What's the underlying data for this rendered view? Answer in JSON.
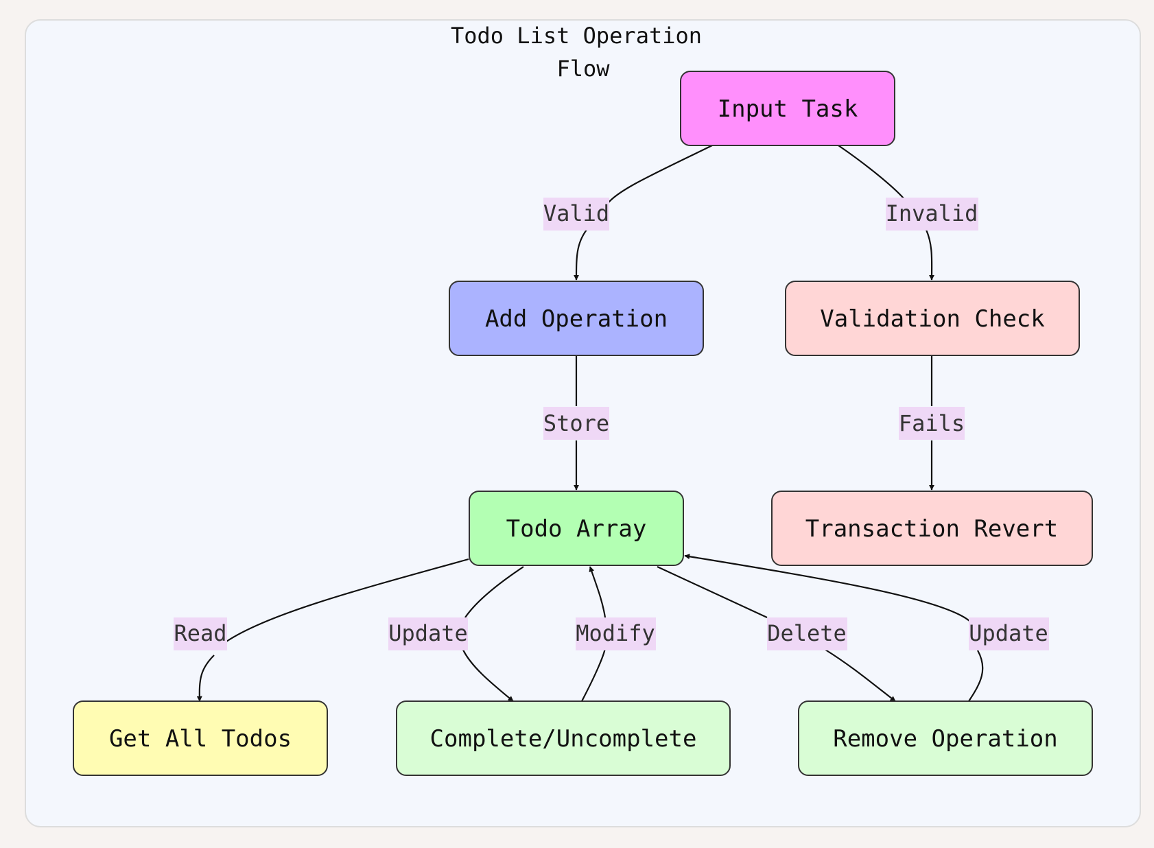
{
  "diagram": {
    "title_lines": [
      "Todo List Operation",
      "Flow"
    ],
    "colors": {
      "background": "#f7f3f1",
      "container_fill": "#f4f7fd",
      "container_stroke": "#dddddd",
      "edge_stroke": "#111111",
      "edge_label_bg": "#efd8f6"
    },
    "nodes": [
      {
        "id": "input_task",
        "label": "Input Task",
        "fill": "#ff8ffc"
      },
      {
        "id": "add_operation",
        "label": "Add Operation",
        "fill": "#abb3ff"
      },
      {
        "id": "validation_check",
        "label": "Validation Check",
        "fill": "#ffd6d6"
      },
      {
        "id": "todo_array",
        "label": "Todo Array",
        "fill": "#b3ffb3"
      },
      {
        "id": "transaction_revert",
        "label": "Transaction Revert",
        "fill": "#ffd6d6"
      },
      {
        "id": "get_all_todos",
        "label": "Get All Todos",
        "fill": "#fffcb3"
      },
      {
        "id": "complete_uncomplete",
        "label": "Complete/Uncomplete",
        "fill": "#d9fdd5"
      },
      {
        "id": "remove_operation",
        "label": "Remove Operation",
        "fill": "#d9fdd5"
      }
    ],
    "edges": [
      {
        "id": "e_valid",
        "from": "input_task",
        "to": "add_operation",
        "label": "Valid"
      },
      {
        "id": "e_invalid",
        "from": "input_task",
        "to": "validation_check",
        "label": "Invalid"
      },
      {
        "id": "e_store",
        "from": "add_operation",
        "to": "todo_array",
        "label": "Store"
      },
      {
        "id": "e_fails",
        "from": "validation_check",
        "to": "transaction_revert",
        "label": "Fails"
      },
      {
        "id": "e_read",
        "from": "todo_array",
        "to": "get_all_todos",
        "label": "Read"
      },
      {
        "id": "e_update1",
        "from": "todo_array",
        "to": "complete_uncomplete",
        "label": "Update"
      },
      {
        "id": "e_modify",
        "from": "complete_uncomplete",
        "to": "todo_array",
        "label": "Modify"
      },
      {
        "id": "e_delete",
        "from": "todo_array",
        "to": "remove_operation",
        "label": "Delete"
      },
      {
        "id": "e_update2",
        "from": "remove_operation",
        "to": "todo_array",
        "label": "Update"
      }
    ]
  }
}
